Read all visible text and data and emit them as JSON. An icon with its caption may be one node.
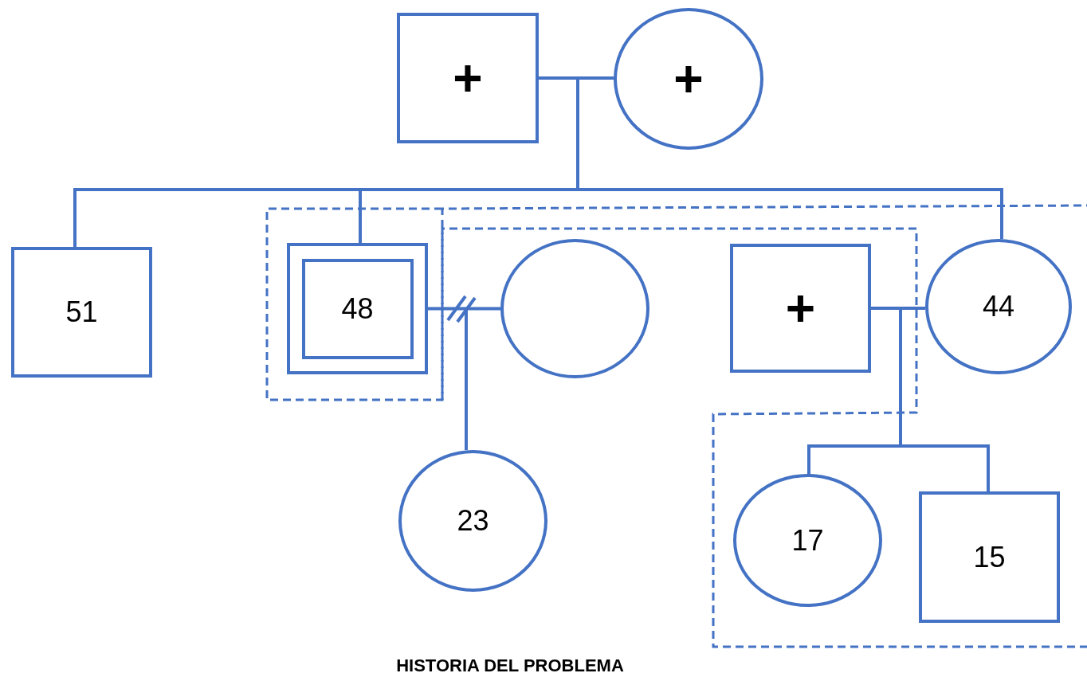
{
  "diagram": {
    "caption": "HISTORIA DEL PROBLEMA",
    "nodes": [
      {
        "text": [
          "+"
        ]
      },
      {
        "text": [
          "+"
        ]
      },
      {
        "text": [
          "51"
        ]
      },
      {
        "text": [
          "48"
        ]
      },
      {
        "text": [],
        "shape": "circle"
      },
      {
        "text": [
          "+"
        ]
      },
      {
        "text": [
          "44"
        ]
      },
      {
        "text": [
          "23"
        ]
      },
      {
        "text": [
          "17"
        ]
      },
      {
        "text": [
          "15"
        ]
      }
    ],
    "edges": [
      {
        "from": 0,
        "to": 1,
        "arrow": "none"
      },
      {
        "from": null,
        "to": 2,
        "arrow": "none"
      },
      {
        "from": null,
        "to": 3,
        "arrow": "none"
      },
      {
        "from": null,
        "to": 6,
        "arrow": "none"
      },
      {
        "from": 3,
        "to": 4,
        "arrow": "none"
      },
      {
        "from": null,
        "to": 7,
        "arrow": "none"
      },
      {
        "from": 5,
        "to": 6,
        "arrow": "none"
      },
      {
        "from": null,
        "to": 8,
        "arrow": "none"
      },
      {
        "from": null,
        "to": 9,
        "arrow": "none"
      }
    ]
  }
}
